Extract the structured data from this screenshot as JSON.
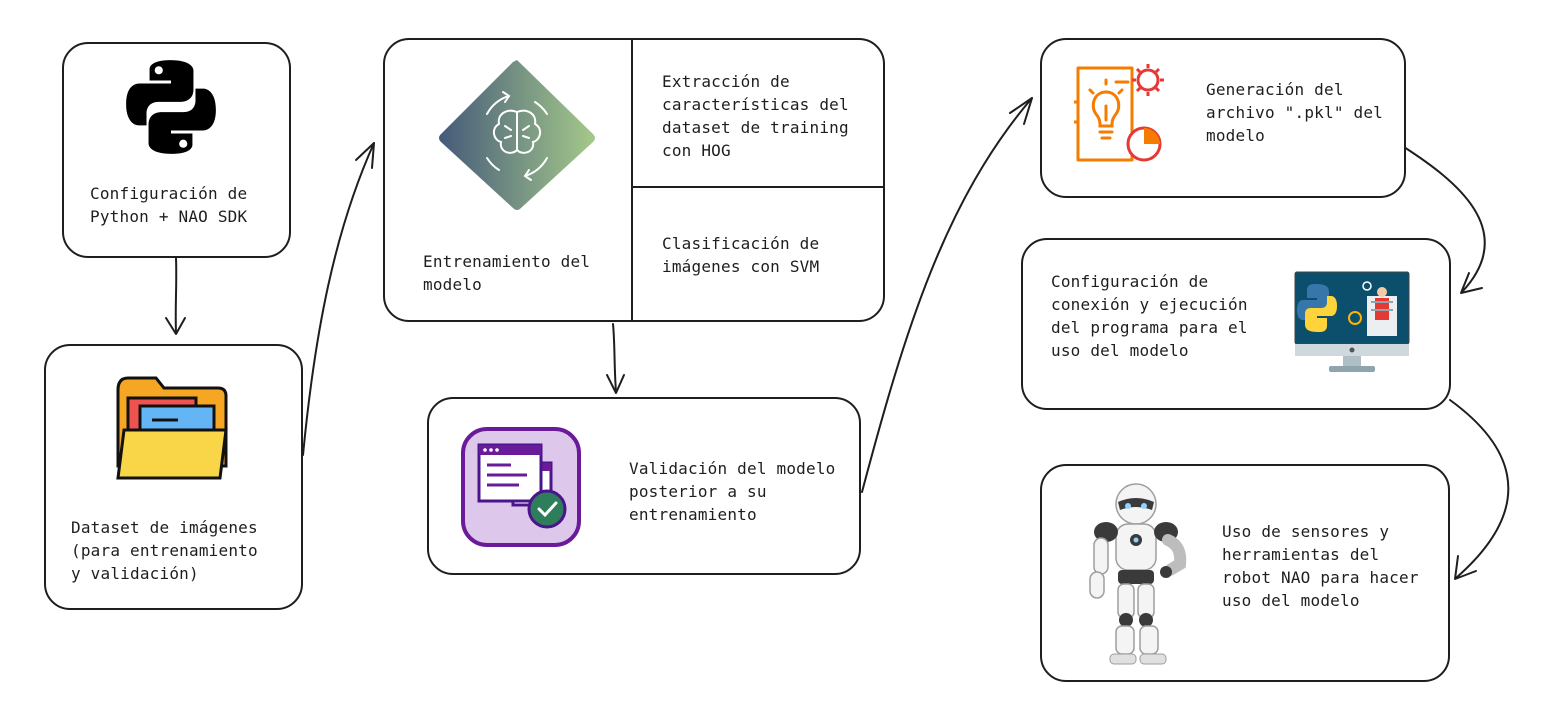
{
  "nodes": {
    "python_setup": {
      "label": "Configuración de\nPython + NAO SDK",
      "icon": "python-logo-icon"
    },
    "dataset": {
      "label": "Dataset de imágenes\n(para entrenamiento\ny validación)",
      "icon": "folder-icon"
    },
    "training": {
      "label": "Entrenamiento del\nmodelo",
      "icon": "ai-brain-icon",
      "step_extract": "Extracción de\ncaracterísticas del\ndataset de training\ncon HOG",
      "step_classify": "Clasificación de\nimágenes con SVM"
    },
    "validation": {
      "label": "Validación del modelo\nposterior a su\nentrenamiento",
      "icon": "validation-window-icon"
    },
    "pkl": {
      "label": "Generación del\narchivo \".pkl\" del\nmodelo",
      "icon": "idea-document-icon"
    },
    "config": {
      "label": "Configuración de\nconexión y ejecución\ndel programa para el\nuso del modelo",
      "icon": "python-monitor-icon"
    },
    "nao": {
      "label": "Uso de sensores y\nherramientas del\nrobot NAO para hacer\nuso del modelo",
      "icon": "nao-robot-icon"
    }
  },
  "edges": [
    {
      "from": "python_setup",
      "to": "dataset"
    },
    {
      "from": "dataset",
      "to": "training"
    },
    {
      "from": "training",
      "to": "validation"
    },
    {
      "from": "validation",
      "to": "pkl"
    },
    {
      "from": "pkl",
      "to": "config"
    },
    {
      "from": "config",
      "to": "nao"
    }
  ],
  "colors": {
    "stroke": "#1e1e1e",
    "python_black": "#000000",
    "folder_yellow": "#f9d648",
    "validation_purple": "#6a1b9a",
    "validation_green": "#2e7d5b",
    "brain_gradient_start": "#455a7a",
    "brain_gradient_end": "#a5c98a",
    "idea_orange": "#f57c00"
  }
}
